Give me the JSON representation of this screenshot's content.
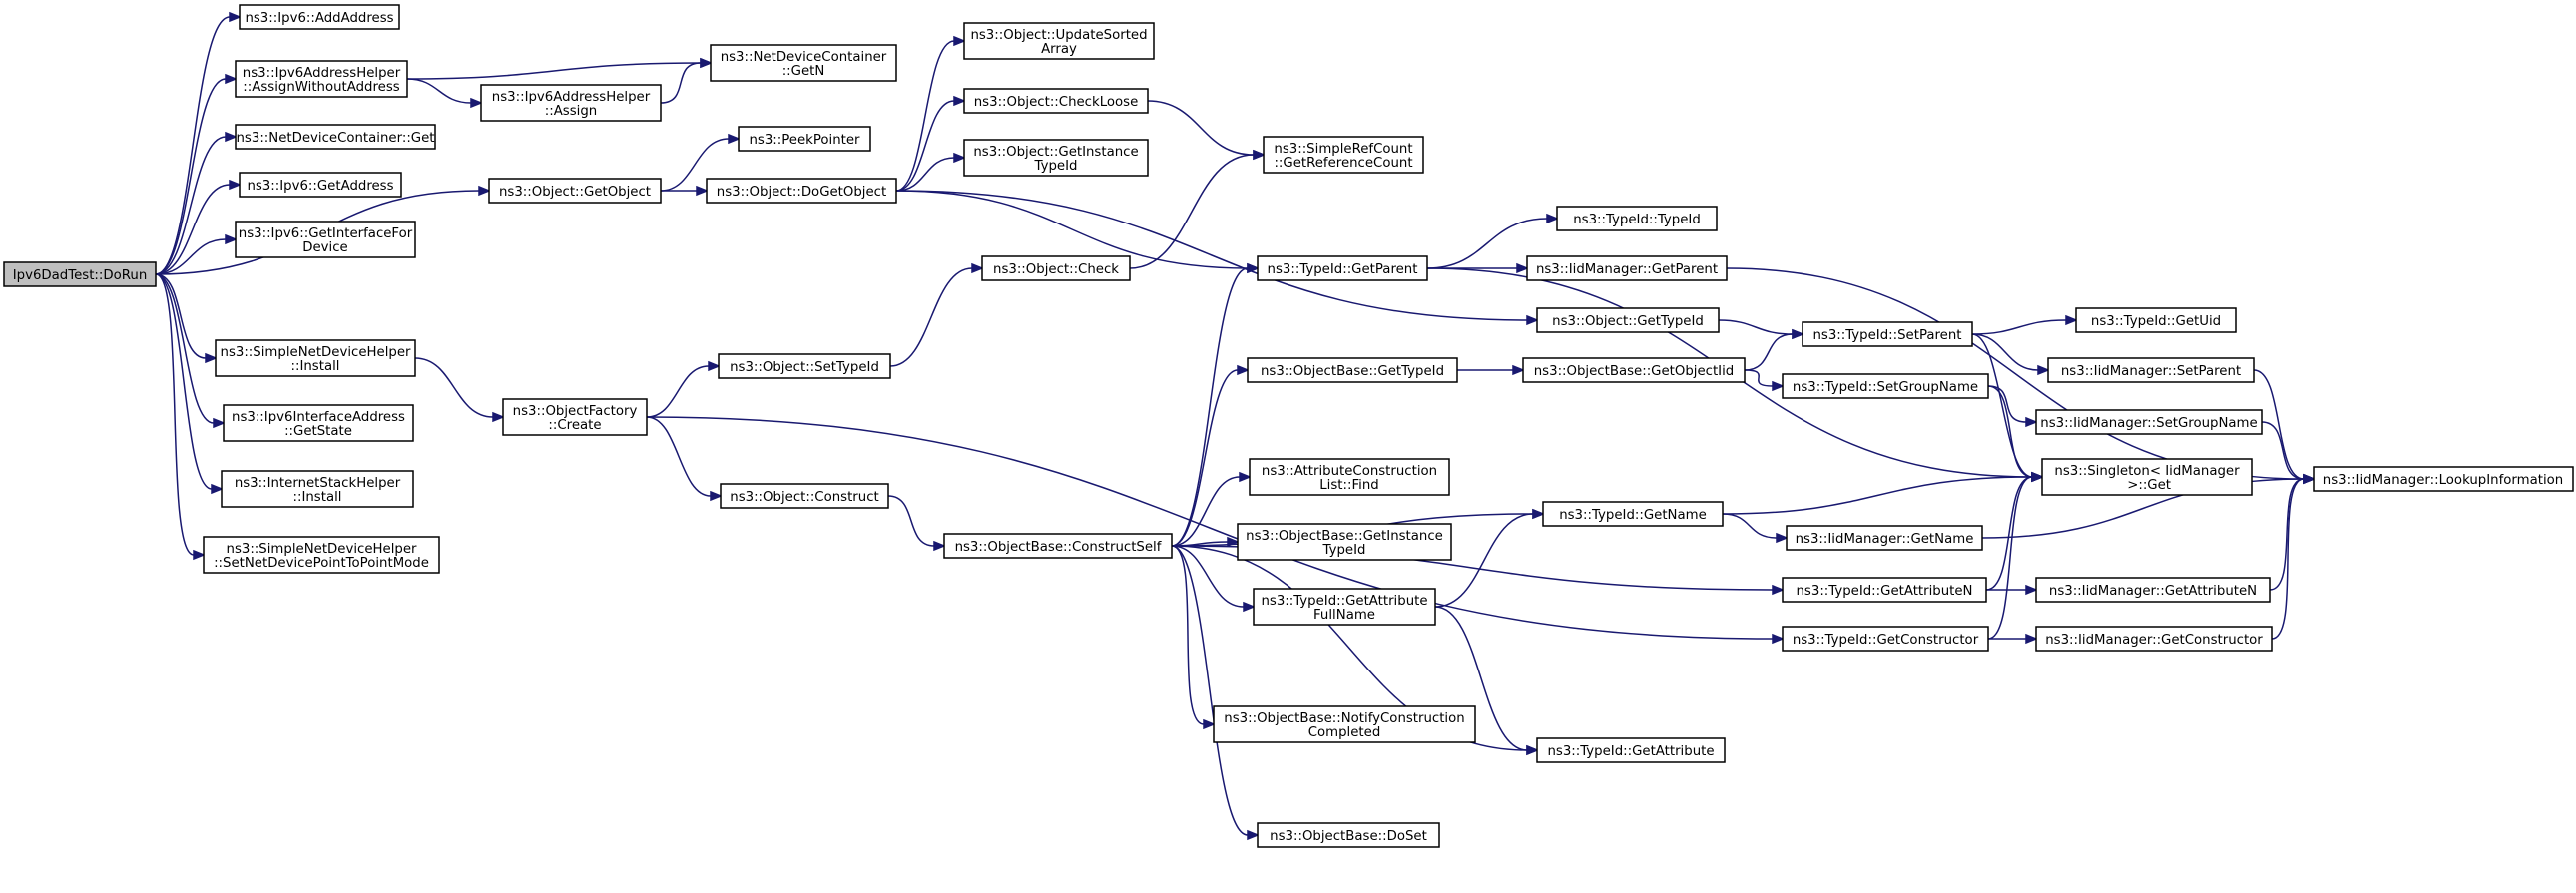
{
  "nodes": [
    {
      "id": "dorun",
      "lines": [
        "Ipv6DadTest::DoRun"
      ],
      "root": true
    },
    {
      "id": "addaddr",
      "lines": [
        "ns3::Ipv6::AddAddress"
      ]
    },
    {
      "id": "assignwo",
      "lines": [
        "ns3::Ipv6AddressHelper",
        "::AssignWithoutAddress"
      ]
    },
    {
      "id": "assign",
      "lines": [
        "ns3::Ipv6AddressHelper",
        "::Assign"
      ]
    },
    {
      "id": "ndc_getn",
      "lines": [
        "ns3::NetDeviceContainer",
        "::GetN"
      ]
    },
    {
      "id": "ndc_get",
      "lines": [
        "ns3::NetDeviceContainer::Get"
      ]
    },
    {
      "id": "getaddress",
      "lines": [
        "ns3::Ipv6::GetAddress"
      ]
    },
    {
      "id": "getiffor",
      "lines": [
        "ns3::Ipv6::GetInterfaceFor",
        "Device"
      ]
    },
    {
      "id": "getobject",
      "lines": [
        "ns3::Object::GetObject"
      ]
    },
    {
      "id": "peekptr",
      "lines": [
        "ns3::PeekPointer"
      ]
    },
    {
      "id": "dogetobj",
      "lines": [
        "ns3::Object::DoGetObject"
      ]
    },
    {
      "id": "updsorted",
      "lines": [
        "ns3::Object::UpdateSorted",
        "Array"
      ]
    },
    {
      "id": "checkloose",
      "lines": [
        "ns3::Object::CheckLoose"
      ]
    },
    {
      "id": "getinsttid",
      "lines": [
        "ns3::Object::GetInstance",
        "TypeId"
      ]
    },
    {
      "id": "getrefcount",
      "lines": [
        "ns3::SimpleRefCount",
        "::GetReferenceCount"
      ]
    },
    {
      "id": "check",
      "lines": [
        "ns3::Object::Check"
      ]
    },
    {
      "id": "tid_getparent",
      "lines": [
        "ns3::TypeId::GetParent"
      ]
    },
    {
      "id": "tid_typeid",
      "lines": [
        "ns3::TypeId::TypeId"
      ]
    },
    {
      "id": "iid_getparent",
      "lines": [
        "ns3::IidManager::GetParent"
      ]
    },
    {
      "id": "obj_gettid",
      "lines": [
        "ns3::Object::GetTypeId"
      ]
    },
    {
      "id": "tid_setparent",
      "lines": [
        "ns3::TypeId::SetParent"
      ]
    },
    {
      "id": "tid_getuid",
      "lines": [
        "ns3::TypeId::GetUid"
      ]
    },
    {
      "id": "iid_setparent",
      "lines": [
        "ns3::IidManager::SetParent"
      ]
    },
    {
      "id": "sndh_install",
      "lines": [
        "ns3::SimpleNetDeviceHelper",
        "::Install"
      ]
    },
    {
      "id": "objfactory",
      "lines": [
        "ns3::ObjectFactory",
        "::Create"
      ]
    },
    {
      "id": "settypeid",
      "lines": [
        "ns3::Object::SetTypeId"
      ]
    },
    {
      "id": "ob_gettid",
      "lines": [
        "ns3::ObjectBase::GetTypeId"
      ]
    },
    {
      "id": "ob_getobjiid",
      "lines": [
        "ns3::ObjectBase::GetObjectIid"
      ]
    },
    {
      "id": "tid_setgroup",
      "lines": [
        "ns3::TypeId::SetGroupName"
      ]
    },
    {
      "id": "iid_setgroup",
      "lines": [
        "ns3::IidManager::SetGroupName"
      ]
    },
    {
      "id": "ipv6ifaddr",
      "lines": [
        "ns3::Ipv6InterfaceAddress",
        "::GetState"
      ]
    },
    {
      "id": "ish_install",
      "lines": [
        "ns3::InternetStackHelper",
        "::Install"
      ]
    },
    {
      "id": "sndh_setp2p",
      "lines": [
        "ns3::SimpleNetDeviceHelper",
        "::SetNetDevicePointToPointMode"
      ]
    },
    {
      "id": "obj_construct",
      "lines": [
        "ns3::Object::Construct"
      ]
    },
    {
      "id": "attrfind",
      "lines": [
        "ns3::AttributeConstruction",
        "List::Find"
      ]
    },
    {
      "id": "singleton",
      "lines": [
        "ns3::Singleton< IidManager",
        " >::Get"
      ]
    },
    {
      "id": "lookup",
      "lines": [
        "ns3::IidManager::LookupInformation"
      ]
    },
    {
      "id": "tid_getname",
      "lines": [
        "ns3::TypeId::GetName"
      ]
    },
    {
      "id": "iid_getname",
      "lines": [
        "ns3::IidManager::GetName"
      ]
    },
    {
      "id": "constructself",
      "lines": [
        "ns3::ObjectBase::ConstructSelf"
      ]
    },
    {
      "id": "ob_getinsttid",
      "lines": [
        "ns3::ObjectBase::GetInstance",
        "TypeId"
      ]
    },
    {
      "id": "tid_getattrfull",
      "lines": [
        "ns3::TypeId::GetAttribute",
        "FullName"
      ]
    },
    {
      "id": "tid_getattrn",
      "lines": [
        "ns3::TypeId::GetAttributeN"
      ]
    },
    {
      "id": "iid_getattrn",
      "lines": [
        "ns3::IidManager::GetAttributeN"
      ]
    },
    {
      "id": "tid_getctor",
      "lines": [
        "ns3::TypeId::GetConstructor"
      ]
    },
    {
      "id": "iid_getctor",
      "lines": [
        "ns3::IidManager::GetConstructor"
      ]
    },
    {
      "id": "notifyctor",
      "lines": [
        "ns3::ObjectBase::NotifyConstruction",
        "Completed"
      ]
    },
    {
      "id": "tid_getattr",
      "lines": [
        "ns3::TypeId::GetAttribute"
      ]
    },
    {
      "id": "doset",
      "lines": [
        "ns3::ObjectBase::DoSet"
      ]
    }
  ],
  "edges": [
    [
      "dorun",
      "addaddr"
    ],
    [
      "dorun",
      "assignwo"
    ],
    [
      "dorun",
      "ndc_get"
    ],
    [
      "dorun",
      "getaddress"
    ],
    [
      "dorun",
      "getiffor"
    ],
    [
      "dorun",
      "getobject"
    ],
    [
      "dorun",
      "sndh_install"
    ],
    [
      "dorun",
      "ipv6ifaddr"
    ],
    [
      "dorun",
      "ish_install"
    ],
    [
      "dorun",
      "sndh_setp2p"
    ],
    [
      "assignwo",
      "ndc_getn"
    ],
    [
      "assignwo",
      "assign"
    ],
    [
      "assign",
      "ndc_getn"
    ],
    [
      "getobject",
      "peekptr"
    ],
    [
      "getobject",
      "dogetobj"
    ],
    [
      "dogetobj",
      "updsorted"
    ],
    [
      "dogetobj",
      "checkloose"
    ],
    [
      "dogetobj",
      "getinsttid"
    ],
    [
      "dogetobj",
      "tid_getparent"
    ],
    [
      "dogetobj",
      "obj_gettid"
    ],
    [
      "checkloose",
      "getrefcount"
    ],
    [
      "check",
      "getrefcount"
    ],
    [
      "tid_getparent",
      "tid_typeid"
    ],
    [
      "tid_getparent",
      "iid_getparent"
    ],
    [
      "tid_getparent",
      "singleton"
    ],
    [
      "iid_getparent",
      "lookup"
    ],
    [
      "obj_gettid",
      "tid_setparent"
    ],
    [
      "tid_setparent",
      "tid_getuid"
    ],
    [
      "tid_setparent",
      "iid_setparent"
    ],
    [
      "tid_setparent",
      "singleton"
    ],
    [
      "iid_setparent",
      "lookup"
    ],
    [
      "sndh_install",
      "objfactory"
    ],
    [
      "objfactory",
      "settypeid"
    ],
    [
      "objfactory",
      "obj_construct"
    ],
    [
      "objfactory",
      "tid_getctor"
    ],
    [
      "settypeid",
      "check"
    ],
    [
      "obj_construct",
      "constructself"
    ],
    [
      "ob_gettid",
      "ob_getobjiid"
    ],
    [
      "ob_getobjiid",
      "tid_setparent"
    ],
    [
      "ob_getobjiid",
      "tid_setgroup"
    ],
    [
      "tid_setgroup",
      "iid_setgroup"
    ],
    [
      "tid_setgroup",
      "singleton"
    ],
    [
      "iid_setgroup",
      "lookup"
    ],
    [
      "constructself",
      "tid_getparent"
    ],
    [
      "constructself",
      "ob_gettid"
    ],
    [
      "constructself",
      "tid_getname"
    ],
    [
      "constructself",
      "attrfind"
    ],
    [
      "constructself",
      "ob_getinsttid"
    ],
    [
      "constructself",
      "tid_getattrfull"
    ],
    [
      "constructself",
      "tid_getattrn"
    ],
    [
      "constructself",
      "notifyctor"
    ],
    [
      "constructself",
      "tid_getattr"
    ],
    [
      "constructself",
      "doset"
    ],
    [
      "tid_getattrfull",
      "tid_getname"
    ],
    [
      "tid_getattrfull",
      "tid_getattr"
    ],
    [
      "tid_getname",
      "singleton"
    ],
    [
      "tid_getname",
      "iid_getname"
    ],
    [
      "iid_getname",
      "lookup"
    ],
    [
      "tid_getattrn",
      "singleton"
    ],
    [
      "tid_getattrn",
      "iid_getattrn"
    ],
    [
      "iid_getattrn",
      "lookup"
    ],
    [
      "tid_getctor",
      "singleton"
    ],
    [
      "tid_getctor",
      "iid_getctor"
    ],
    [
      "iid_getctor",
      "lookup"
    ]
  ]
}
